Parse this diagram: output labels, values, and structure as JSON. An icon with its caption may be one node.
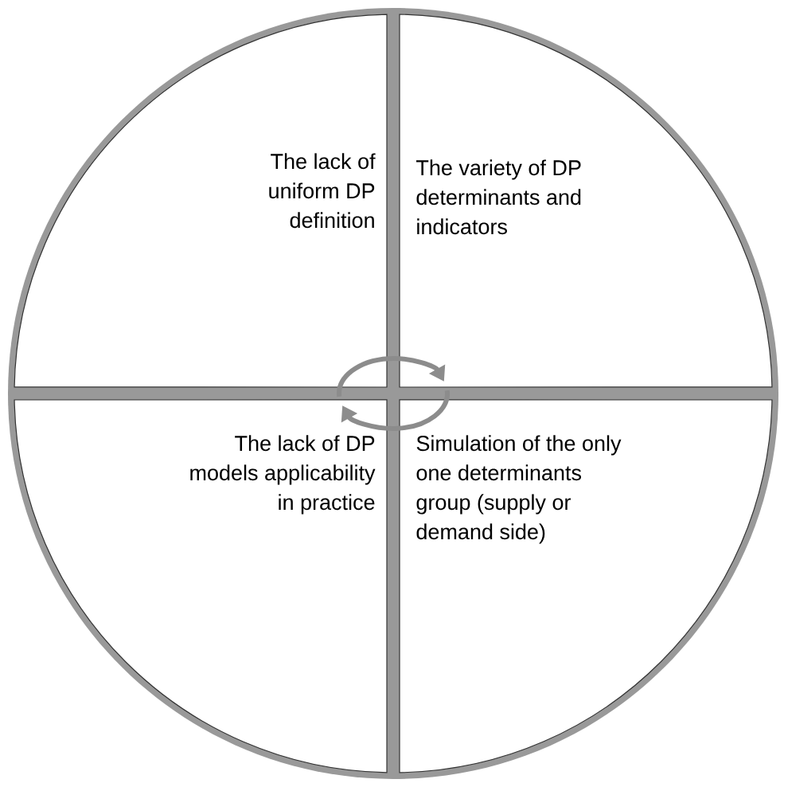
{
  "diagram": {
    "nodes": [
      {
        "text": [
          "The lack of uniform DP definition"
        ]
      },
      {
        "text": [
          "The variety of DP determinants and indicators"
        ]
      },
      {
        "text": [
          "The lack of DP models applicability in practice"
        ]
      },
      {
        "text": [
          "Simulation of the only one determinants group (supply or demand side)"
        ]
      }
    ],
    "edges": [
      {
        "from": 0,
        "to": 1,
        "arrow": "to"
      },
      {
        "from": 3,
        "to": 2,
        "arrow": "to"
      }
    ]
  }
}
